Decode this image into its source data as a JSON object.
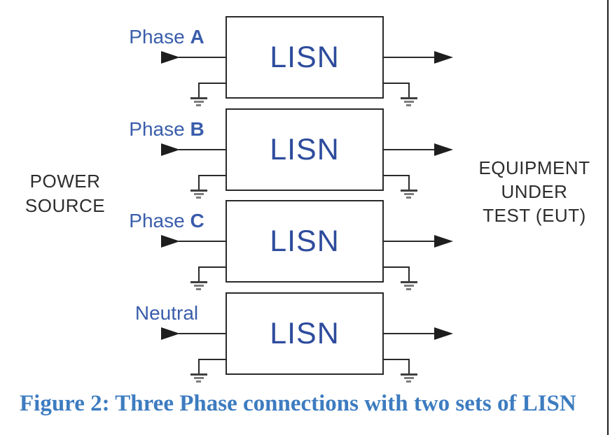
{
  "figure": {
    "type": "block-diagram",
    "caption": "Figure 2: Three Phase connections with two sets of LISN",
    "left_label_lines": [
      "POWER",
      "SOURCE"
    ],
    "right_label_lines": [
      "EQUIPMENT",
      "UNDER",
      "TEST (EUT)"
    ],
    "channels": [
      {
        "input_prefix": "Phase ",
        "input_letter": "A",
        "block": "LISN"
      },
      {
        "input_prefix": "Phase ",
        "input_letter": "B",
        "block": "LISN"
      },
      {
        "input_prefix": "Phase ",
        "input_letter": "C",
        "block": "LISN"
      },
      {
        "input_prefix": "Neutral",
        "input_letter": "",
        "block": "LISN"
      }
    ],
    "colors": {
      "phase_label_blue": "#3a5dab",
      "block_label_blue": "#2e4c9d",
      "caption_blue": "#3d7cc0",
      "line_color": "#2a2a2a",
      "side_label_black": "#2d2d2d"
    }
  }
}
